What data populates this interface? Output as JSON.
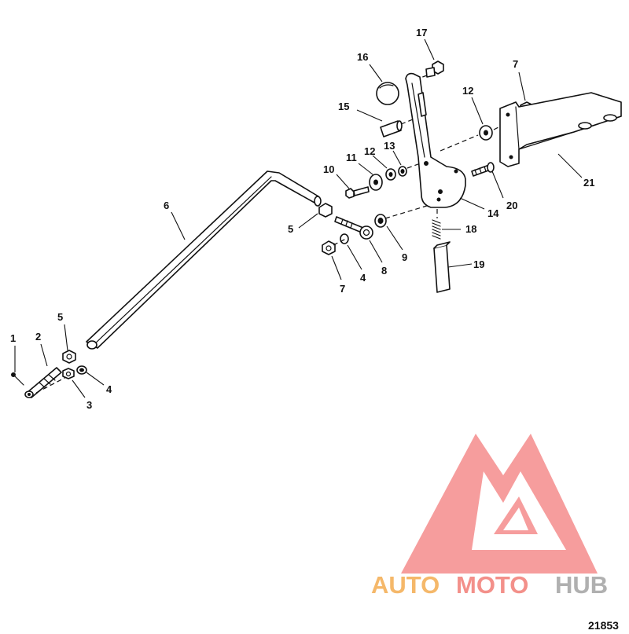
{
  "diagram": {
    "figure_number": "21853",
    "callouts": [
      {
        "id": "c1",
        "text": "1"
      },
      {
        "id": "c2",
        "text": "2"
      },
      {
        "id": "c3",
        "text": "3"
      },
      {
        "id": "c4a",
        "text": "4"
      },
      {
        "id": "c5a",
        "text": "5"
      },
      {
        "id": "c6",
        "text": "6"
      },
      {
        "id": "c5b",
        "text": "5"
      },
      {
        "id": "c7a",
        "text": "7"
      },
      {
        "id": "c4b",
        "text": "4"
      },
      {
        "id": "c8",
        "text": "8"
      },
      {
        "id": "c9",
        "text": "9"
      },
      {
        "id": "c10",
        "text": "10"
      },
      {
        "id": "c11",
        "text": "11"
      },
      {
        "id": "c12a",
        "text": "12"
      },
      {
        "id": "c13",
        "text": "13"
      },
      {
        "id": "c14",
        "text": "14"
      },
      {
        "id": "c15",
        "text": "15"
      },
      {
        "id": "c16",
        "text": "16"
      },
      {
        "id": "c17",
        "text": "17"
      },
      {
        "id": "c7b",
        "text": "7"
      },
      {
        "id": "c12b",
        "text": "12"
      },
      {
        "id": "c18",
        "text": "18"
      },
      {
        "id": "c19",
        "text": "19"
      },
      {
        "id": "c20",
        "text": "20"
      },
      {
        "id": "c21",
        "text": "21"
      }
    ]
  },
  "watermark": {
    "text_auto": "AUTO",
    "text_moto": "MOTO",
    "text_hub": "HUB",
    "color_auto": "#f5b86a",
    "color_moto": "#f3908a",
    "color_hub": "#b0b0b0",
    "logo_color": "#f58c8c"
  }
}
